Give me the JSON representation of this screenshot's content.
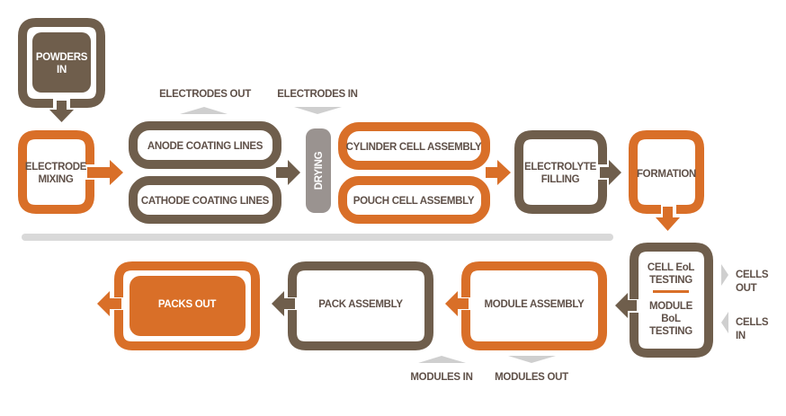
{
  "colors": {
    "brown": "#6f5e4c",
    "orange": "#d96f28",
    "drying_gray": "#9a9390",
    "io_gray": "#cfcfcf",
    "divider": "#d9d9d9",
    "text": "#5f5048"
  },
  "nodes": {
    "powders_in": [
      "POWDERS",
      "IN"
    ],
    "electrode_mixing": [
      "ELECTRODE",
      "MIXING"
    ],
    "anode_coating": "ANODE COATING LINES",
    "cathode_coating": "CATHODE COATING LINES",
    "drying": "DRYING",
    "cylinder_cell": "CYLINDER CELL ASSEMBLY",
    "pouch_cell": "POUCH CELL ASSEMBLY",
    "electrolyte_filling": [
      "ELECTROLYTE",
      "FILLING"
    ],
    "formation": "FORMATION",
    "cell_eol_testing": [
      "CELL EoL",
      "TESTING"
    ],
    "module_bol_testing": [
      "MODULE",
      "BoL",
      "TESTING"
    ],
    "module_assembly": "MODULE ASSEMBLY",
    "pack_assembly": "PACK ASSEMBLY",
    "packs_out": "PACKS OUT"
  },
  "io_labels": {
    "electrodes_out": "ELECTRODES OUT",
    "electrodes_in": "ELECTRODES IN",
    "cells_out": [
      "CELLS",
      "OUT"
    ],
    "cells_in": [
      "CELLS",
      "IN"
    ],
    "modules_in": "MODULES IN",
    "modules_out": "MODULES OUT"
  }
}
